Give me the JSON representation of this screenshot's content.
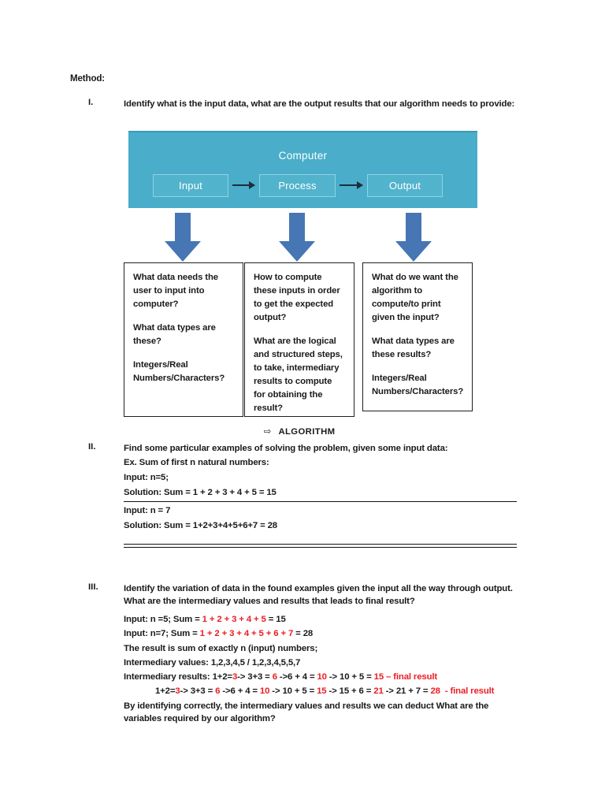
{
  "document": {
    "heading": "Method:",
    "sections": [
      {
        "numeral": "I.",
        "text": "Identify what is the input data, what are the output results that our algorithm needs to provide:"
      },
      {
        "numeral": "II.",
        "lines": [
          "Find some particular examples of solving the problem, given some input data:",
          "Ex. Sum of first n natural numbers:",
          "Input: n=5;",
          "Solution: Sum = 1 + 2 + 3 + 4 + 5 = 15"
        ],
        "boxed_lines": [
          "Input: n = 7",
          "Solution: Sum = 1+2+3+4+5+6+7 = 28"
        ]
      },
      {
        "numeral": "III.",
        "intro": "Identify the variation of data in the found examples given the input all the way through output. What are the intermediary values and results that leads to final result?",
        "example_1": {
          "prefix": "Input: n =5; Sum = ",
          "red": "1 + 2 + 3 + 4 + 5",
          "suffix": " = 15"
        },
        "example_2": {
          "prefix": "Input: n=7; Sum = ",
          "red": "1 + 2 + 3 + 4 + 5 + 6 + 7",
          "suffix": " = 28"
        },
        "result_note": "The result is sum of exactly n (input) numbers;",
        "intermediary_values_label": "Intermediary values: ",
        "intermediary_values": "1,2,3,4,5 / 1,2,3,4,5,5,7",
        "intermediary_results_label": "Intermediary results: ",
        "intermediary_row_1": [
          {
            "text": "1+2=",
            "color": "black"
          },
          {
            "text": "3",
            "color": "red"
          },
          {
            "text": "-> 3+3 = ",
            "color": "black"
          },
          {
            "text": "6",
            "color": "red"
          },
          {
            "text": " ->6 + 4 = ",
            "color": "black"
          },
          {
            "text": "10",
            "color": "red"
          },
          {
            "text": " -> 10 + 5 = ",
            "color": "black"
          },
          {
            "text": "15 – final result",
            "color": "red"
          }
        ],
        "intermediary_row_2": [
          {
            "text": "1+2=",
            "color": "black"
          },
          {
            "text": "3",
            "color": "red"
          },
          {
            "text": "-> 3+3 = ",
            "color": "black"
          },
          {
            "text": "6",
            "color": "red"
          },
          {
            "text": " ->6 + 4 = ",
            "color": "black"
          },
          {
            "text": "10",
            "color": "red"
          },
          {
            "text": " -> 10 + 5 = ",
            "color": "black"
          },
          {
            "text": "15",
            "color": "red"
          },
          {
            "text": " -> 15 + 6 = ",
            "color": "black"
          },
          {
            "text": "21",
            "color": "red"
          },
          {
            "text": " -> 21 + 7 = ",
            "color": "black"
          },
          {
            "text": "28  - final result",
            "color": "red"
          }
        ],
        "closing": "By identifying correctly, the intermediary values and results we can deduct What are the variables required by our algorithm?"
      }
    ]
  },
  "diagram": {
    "title": "Computer",
    "stages": [
      {
        "label": "Input"
      },
      {
        "label": "Process"
      },
      {
        "label": "Output"
      }
    ],
    "colors": {
      "panel": "#4aadca",
      "stage_box": "#52b3cd",
      "stage_border": "#8fd3e2",
      "arrow": "#1d2e3c",
      "down_arrow": "#4676b4"
    },
    "info_boxes": [
      {
        "paragraphs": [
          "What data needs the user to input into computer?",
          "What data types are these?",
          "Integers/Real Numbers/Characters?"
        ]
      },
      {
        "paragraphs": [
          "How to compute these inputs in order to get the expected output?",
          "What are the logical and structured steps, to take, intermediary results to compute for obtaining the result?"
        ],
        "algorithm_glyph": "⇨",
        "algorithm_label": "ALGORITHM"
      },
      {
        "paragraphs": [
          "What do we want the algorithm to compute/to print given the input?",
          "What data types are these results?",
          "Integers/Real Numbers/Characters?"
        ]
      }
    ]
  }
}
